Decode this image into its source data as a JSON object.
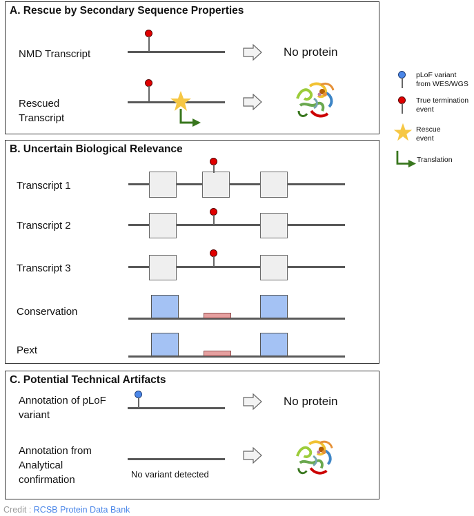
{
  "panel_a": {
    "title": "A. Rescue by Secondary Sequence Properties",
    "row1_label": "NMD Transcript",
    "row1_result": "No protein",
    "row2_label": "Rescued Transcript"
  },
  "panel_b": {
    "title": "B. Uncertain Biological Relevance",
    "rows": [
      "Transcript 1",
      "Transcript 2",
      "Transcript 3",
      "Conservation",
      "Pext"
    ]
  },
  "panel_c": {
    "title": "C. Potential Technical Artifacts",
    "row1_label": "Annotation of pLoF variant",
    "row1_result": "No protein",
    "row2_label": "Annotation from Analytical confirmation",
    "row2_note": "No variant detected"
  },
  "legend": {
    "items": [
      {
        "text": "pLoF variant from WES/WGS",
        "icon": "blue-pin-icon"
      },
      {
        "text": "True termination event",
        "icon": "red-pin-icon"
      },
      {
        "text": "Rescue event",
        "icon": "star-icon"
      },
      {
        "text": "Translation",
        "icon": "translation-arrow-icon"
      }
    ]
  },
  "credit": {
    "label": "Credit :",
    "source": "RCSB Protein Data Bank"
  },
  "colors": {
    "termination_red": "#e00000",
    "variant_blue": "#4a86e8",
    "rescue_star": "#f6c744",
    "translation_green": "#38761d",
    "conservation_blue": "#a4c2f4",
    "pext_pink": "#e6a0a0",
    "exon_gray": "#efefef"
  }
}
